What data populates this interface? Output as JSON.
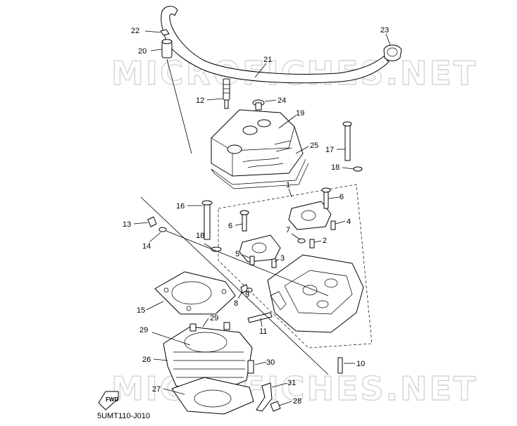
{
  "diagram": {
    "watermark": "MICROFICHES.NET",
    "drawing_code": "5UMT110-J010",
    "fwd_label": "FWD",
    "callouts": [
      "1",
      "2",
      "3",
      "4",
      "5",
      "6",
      "6",
      "7",
      "8",
      "9",
      "10",
      "11",
      "12",
      "13",
      "14",
      "15",
      "16",
      "17",
      "18",
      "18",
      "19",
      "20",
      "21",
      "22",
      "23",
      "24",
      "25",
      "26",
      "27",
      "28",
      "29",
      "29",
      "30",
      "31"
    ]
  }
}
